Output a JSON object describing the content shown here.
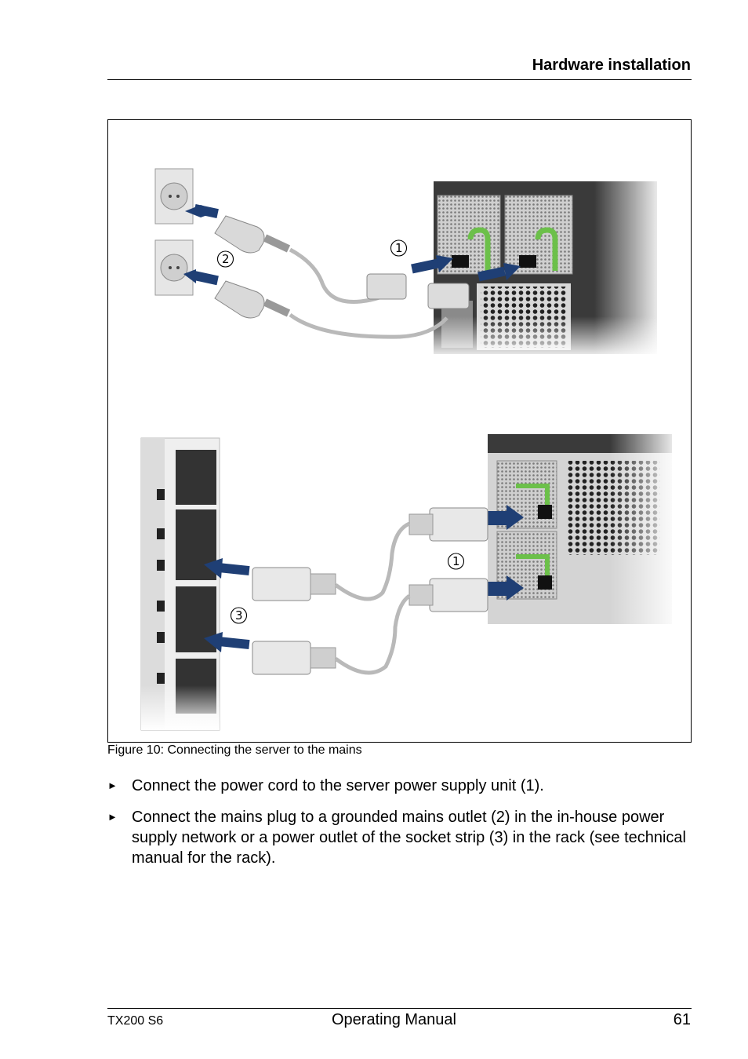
{
  "header": {
    "section_title": "Hardware installation"
  },
  "figure": {
    "callouts": {
      "power_supply": "1",
      "mains_outlet": "2",
      "socket_strip": "3"
    },
    "caption": "Figure 10: Connecting the server to the mains",
    "icons": [
      "wall-socket-icon",
      "power-plug-icon",
      "power-cord-icon",
      "server-tower-icon",
      "rack-server-icon",
      "socket-strip-icon",
      "arrow-icon"
    ],
    "colors": {
      "arrow": "#1f3f75",
      "handle": "#6cc04a",
      "chassis": "#3a3a3a"
    }
  },
  "steps": [
    {
      "bullet": "►",
      "text": "Connect the power cord to the server power supply unit (1)."
    },
    {
      "bullet": "►",
      "text": "Connect the mains plug to a grounded mains outlet (2) in the in-house power supply network or a power outlet of the socket strip (3) in the rack (see technical manual for the rack)."
    }
  ],
  "footer": {
    "model": "TX200 S6",
    "doc_title": "Operating Manual",
    "page_number": "61"
  }
}
